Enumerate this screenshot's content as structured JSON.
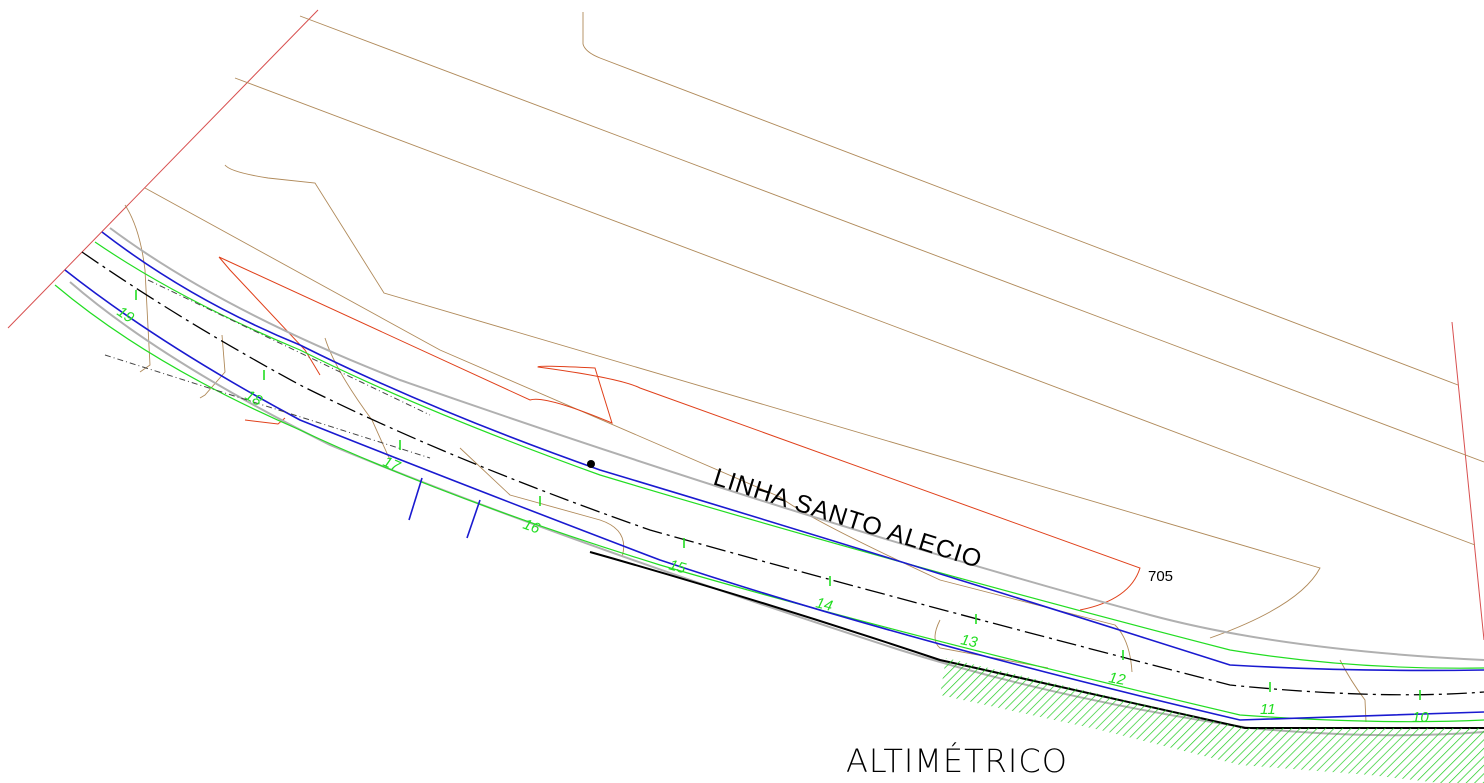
{
  "road_label": "LINHA SANTO ALECIO",
  "elevation_label": "705",
  "caption": "ALTIMÉTRICO",
  "stations": [
    "10",
    "11",
    "12",
    "13",
    "14",
    "15",
    "16",
    "17",
    "18",
    "19"
  ],
  "colors": {
    "contour": "#b08a5a",
    "contour_index": "#e0401a",
    "property_line": "#d85050",
    "road_edge": "#1a1ad0",
    "platform": "#22dd22",
    "centerline": "#000000",
    "hatch": "#22cc22"
  }
}
